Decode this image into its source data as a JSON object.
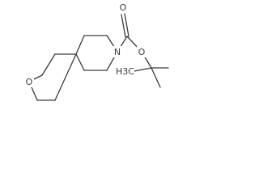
{
  "molecule": {
    "atoms": {
      "n_label": "N",
      "o_ether_label": "O",
      "o_ester_label": "O",
      "o_carbonyl_label": "O",
      "methyl_label": "H3C"
    },
    "colors": {
      "bond": "#3a3a3a",
      "text": "#3a3a3a",
      "background": "#ffffff"
    }
  }
}
